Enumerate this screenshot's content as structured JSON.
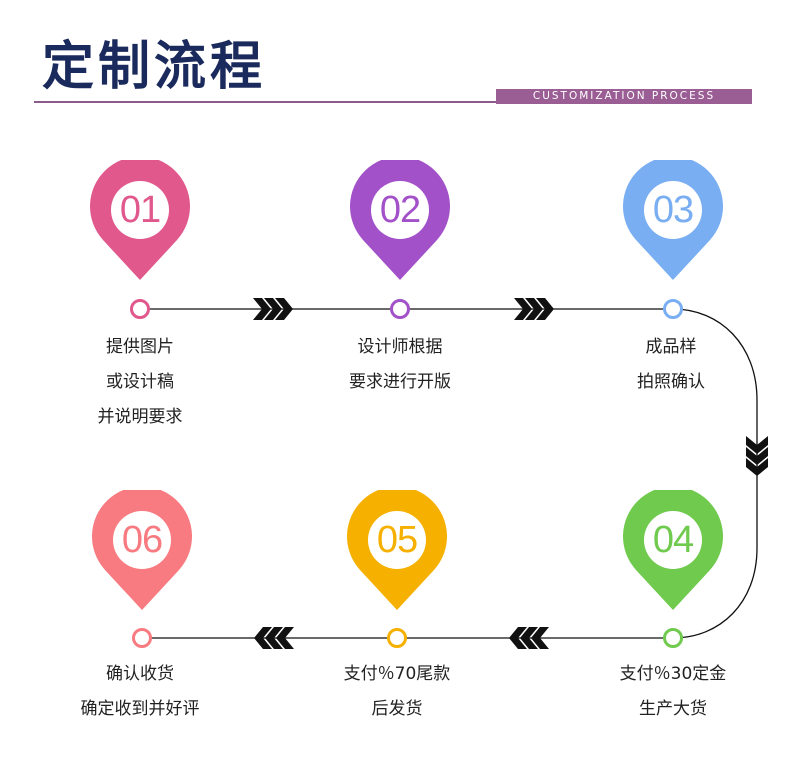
{
  "header": {
    "title": "定制流程",
    "subtitle": "CUSTOMIZATION PROCESS"
  },
  "colors": {
    "title": "#1b2a5c",
    "accent": "#9a5e95",
    "steps": [
      "#e1588c",
      "#a351c9",
      "#7aaef2",
      "#6fca4e",
      "#f6b000",
      "#f77b80"
    ]
  },
  "steps": [
    {
      "number": "01",
      "lines": [
        "提供图片",
        "或设计稿",
        "并说明要求"
      ]
    },
    {
      "number": "02",
      "lines": [
        "设计师根据",
        "要求进行开版"
      ]
    },
    {
      "number": "03",
      "lines": [
        "成品样",
        "拍照确认"
      ]
    },
    {
      "number": "04",
      "lines": [
        "支付％30定金",
        "生产大货"
      ]
    },
    {
      "number": "05",
      "lines": [
        "支付％70尾款",
        "后发货"
      ]
    },
    {
      "number": "06",
      "lines": [
        "确认收货",
        "确定收到并好评"
      ]
    }
  ]
}
